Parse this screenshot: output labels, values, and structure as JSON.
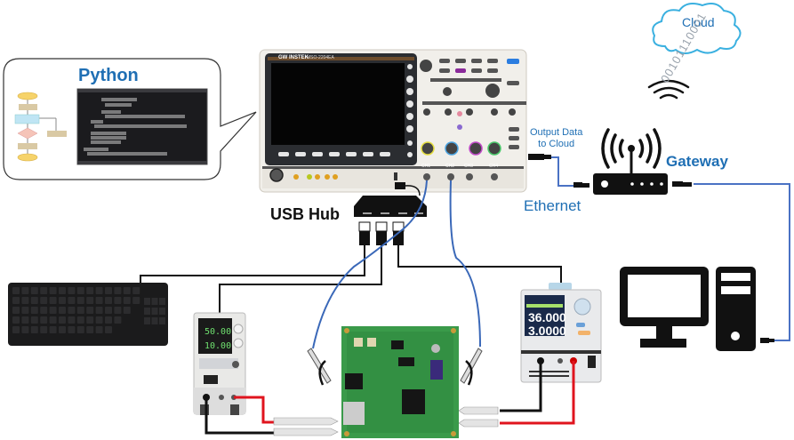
{
  "diagram": {
    "title": "Oscilloscope test automation with Python and cloud output",
    "labels": {
      "python": "Python",
      "cloud": "Cloud",
      "binary_stream": "00101110001",
      "output_data": "Output Data",
      "output_data_line2": "to Cloud",
      "gateway": "Gateway",
      "ethernet": "Ethernet",
      "usb_hub": "USB Hub"
    },
    "oscilloscope": {
      "brand": "GW INSTEK",
      "model": "MSO-2204EA",
      "channels": [
        "CH1",
        "CH2",
        "CH3",
        "CH4"
      ]
    },
    "psu_left": {
      "voltage": "50.00",
      "current": "10.00"
    },
    "psu_right": {
      "voltage": "36.000",
      "current": "3.0000"
    },
    "devices": [
      "python-code-window",
      "flowchart",
      "oscilloscope",
      "usb-hub",
      "keyboard",
      "power-supply-left",
      "dut-circuit-board",
      "power-supply-right",
      "gateway-router",
      "cloud",
      "desktop-computer"
    ],
    "colors": {
      "accent_blue": "#1f6fb4",
      "ethernet_wire": "#4a72c4",
      "probe_wire": "#2f6db8",
      "usb_wire": "#111111",
      "red_lead": "#e0141e",
      "pcb_green": "#3a9a4a"
    }
  }
}
